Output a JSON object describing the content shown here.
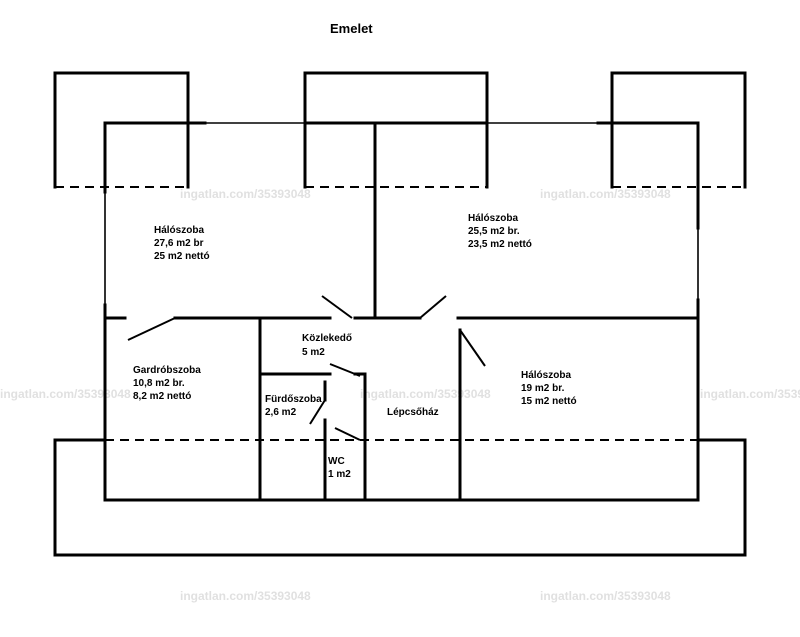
{
  "plan": {
    "title": "Emelet",
    "rooms": {
      "bedroom_left": {
        "name": "Hálószoba",
        "gross": "27,6 m2 br",
        "net": "25 m2 nettó"
      },
      "bedroom_right": {
        "name": "Hálószoba",
        "gross": "25,5 m2 br.",
        "net": "23,5 m2 nettó"
      },
      "corridor": {
        "name": "Közlekedő",
        "area": "5 m2"
      },
      "wardrobe": {
        "name": "Gardróbszoba",
        "gross": "10,8 m2 br.",
        "net": "8,2 m2  nettó"
      },
      "bathroom": {
        "name": "Fürdőszoba",
        "area": "2,6 m2"
      },
      "wc": {
        "name": "WC",
        "area": "1 m2"
      },
      "staircase": {
        "name": "Lépcsőház"
      },
      "bedroom_lower_right": {
        "name": "Hálószoba",
        "gross": "19 m2 br.",
        "net": "15 m2 nettó"
      }
    },
    "watermark": "ingatlan.com/35393048"
  }
}
